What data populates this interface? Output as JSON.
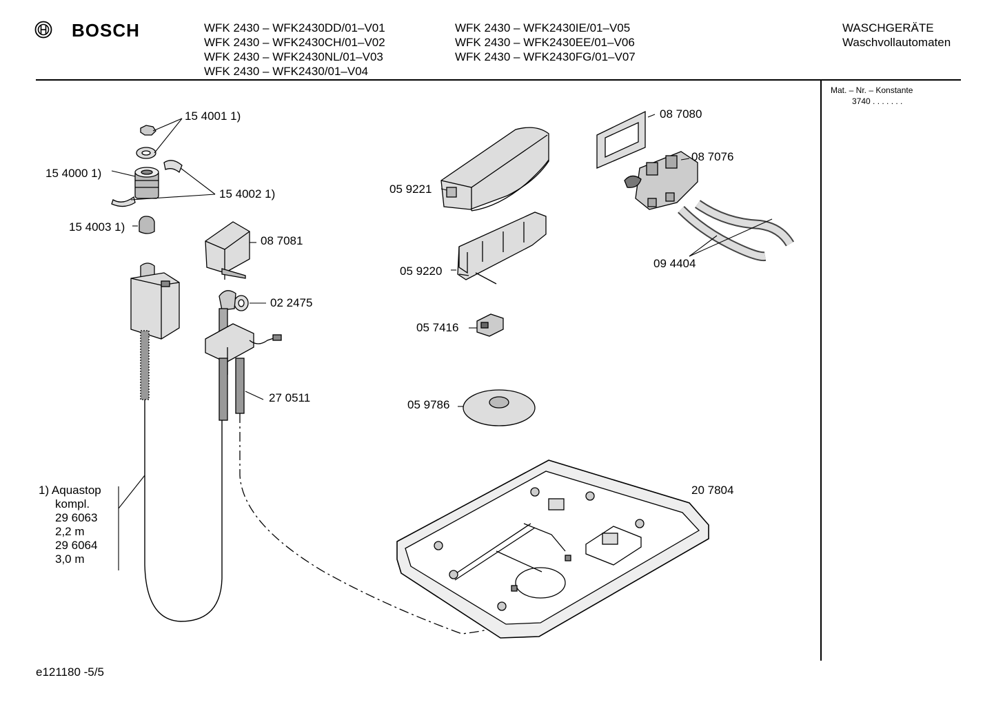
{
  "header": {
    "brand": "BOSCH",
    "models_col1": [
      "WFK 2430 – WFK2430DD/01–V01",
      "WFK 2430 – WFK2430CH/01–V02",
      "WFK 2430 – WFK2430NL/01–V03",
      "WFK 2430 – WFK2430/01–V04"
    ],
    "models_col2": [
      "WFK 2430 – WFK2430IE/01–V05",
      "WFK 2430 – WFK2430EE/01–V06",
      "WFK 2430 – WFK2430FG/01–V07"
    ],
    "category_line1": "WASCHGERÄTE",
    "category_line2": "Waschvollautomaten"
  },
  "sidebar": {
    "title": "Mat. – Nr. – Konstante",
    "value": "3740 . .   . . . . ."
  },
  "parts": {
    "p154001": "15 4001 1)",
    "p154000": "15 4000 1)",
    "p154002": "15 4002 1)",
    "p154003": "15 4003 1)",
    "p087081": "08 7081",
    "p022475": "02 2475",
    "p270511": "27 0511",
    "p059221": "05 9221",
    "p059220": "05 9220",
    "p057416": "05 7416",
    "p059786": "05 9786",
    "p087080": "08 7080",
    "p087076": "08 7076",
    "p094404": "09 4404",
    "p207804": "20 7804"
  },
  "footnote": {
    "lines": [
      "1) Aquastop",
      "kompl.",
      "29 6063",
      "2,2 m",
      "29 6064",
      "3,0 m"
    ]
  },
  "footer": {
    "code": "e121180 -5/5"
  }
}
